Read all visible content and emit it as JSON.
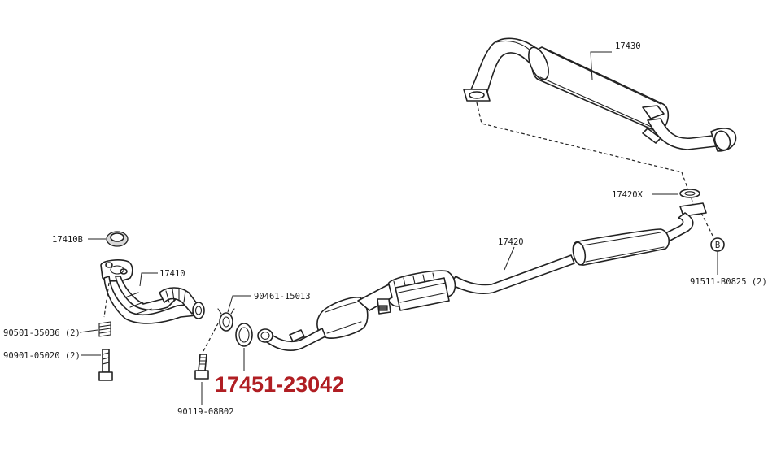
{
  "diagram": {
    "highlight_part": "17451-23042",
    "labels": {
      "p17430": "17430",
      "p17420x": "17420X",
      "p17420": "17420",
      "p17410b": "17410B",
      "p17410": "17410",
      "p90461": "90461-15013",
      "p90501": "90501-35036 (2)",
      "p90901": "90901-05020 (2)",
      "p90119": "90119-08B02",
      "p91511": "91511-B0825 (2)",
      "callout_b": "B"
    },
    "colors": {
      "line": "#222222",
      "highlight": "#b01e23"
    }
  }
}
